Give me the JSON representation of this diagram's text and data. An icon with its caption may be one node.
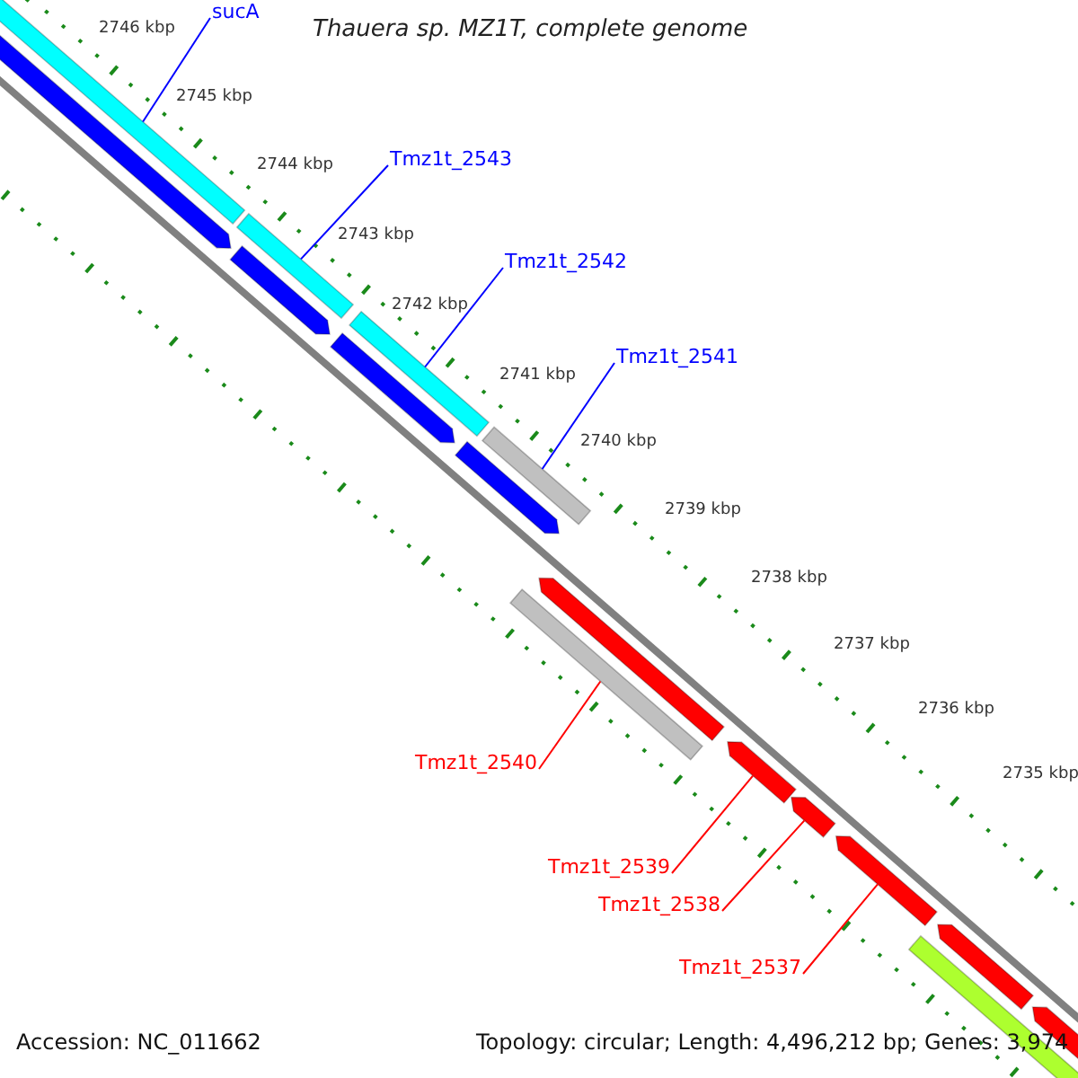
{
  "diagram": {
    "title": "Thauera sp. MZ1T, complete genome",
    "nodes": [
      {
        "text": [
          "sucA"
        ]
      },
      {
        "text": [
          "Tmz1t_2543"
        ]
      },
      {
        "text": [
          "Tmz1t_2542"
        ]
      },
      {
        "text": [
          "Tmz1t_2541"
        ]
      },
      {
        "text": [
          "Tmz1t_2540"
        ]
      },
      {
        "text": [
          "Tmz1t_2539"
        ]
      },
      {
        "text": [
          "Tmz1t_2538"
        ]
      },
      {
        "text": [
          "Tmz1t_2537"
        ]
      },
      {
        "text": [],
        "shape": "bar"
      },
      {
        "text": [],
        "shape": "arrow"
      },
      {
        "text": [],
        "shape": "bar"
      },
      {
        "text": [],
        "shape": "arrow"
      },
      {
        "text": [],
        "shape": "bar"
      },
      {
        "text": [],
        "shape": "arrow"
      },
      {
        "text": [],
        "shape": "bar"
      },
      {
        "text": [],
        "shape": "arrow"
      },
      {
        "text": [],
        "shape": "bar"
      },
      {
        "text": [],
        "shape": "arrow"
      },
      {
        "text": [],
        "shape": "arrow"
      },
      {
        "text": [],
        "shape": "arrow"
      },
      {
        "text": [],
        "shape": "arrow"
      },
      {
        "text": [],
        "shape": "bar"
      },
      {
        "text": [],
        "shape": "arrow"
      },
      {
        "text": [],
        "shape": "arrow"
      }
    ],
    "edges": [
      {
        "from": 0,
        "to": 8,
        "arrow": "none",
        "color": "#0000ff"
      },
      {
        "from": 1,
        "to": 10,
        "arrow": "none",
        "color": "#0000ff"
      },
      {
        "from": 2,
        "to": 12,
        "arrow": "none",
        "color": "#0000ff"
      },
      {
        "from": 3,
        "to": 14,
        "arrow": "none",
        "color": "#0000ff"
      },
      {
        "from": 4,
        "to": 16,
        "arrow": "none",
        "color": "#ff0000"
      },
      {
        "from": 5,
        "to": 18,
        "arrow": "none",
        "color": "#ff0000"
      },
      {
        "from": 6,
        "to": 19,
        "arrow": "none",
        "color": "#ff0000"
      },
      {
        "from": 7,
        "to": 20,
        "arrow": "none",
        "color": "#ff0000"
      }
    ],
    "labels": [
      "2746 kbp",
      "2745 kbp",
      "2744 kbp",
      "2743 kbp",
      "2742 kbp",
      "2741 kbp",
      "2740 kbp",
      "2739 kbp",
      "2738 kbp",
      "2737 kbp",
      "2736 kbp",
      "2735 kbp",
      "Accession: NC_011662",
      "Topology: circular; Length: 4,496,212 bp; Genes: 3,974"
    ]
  }
}
